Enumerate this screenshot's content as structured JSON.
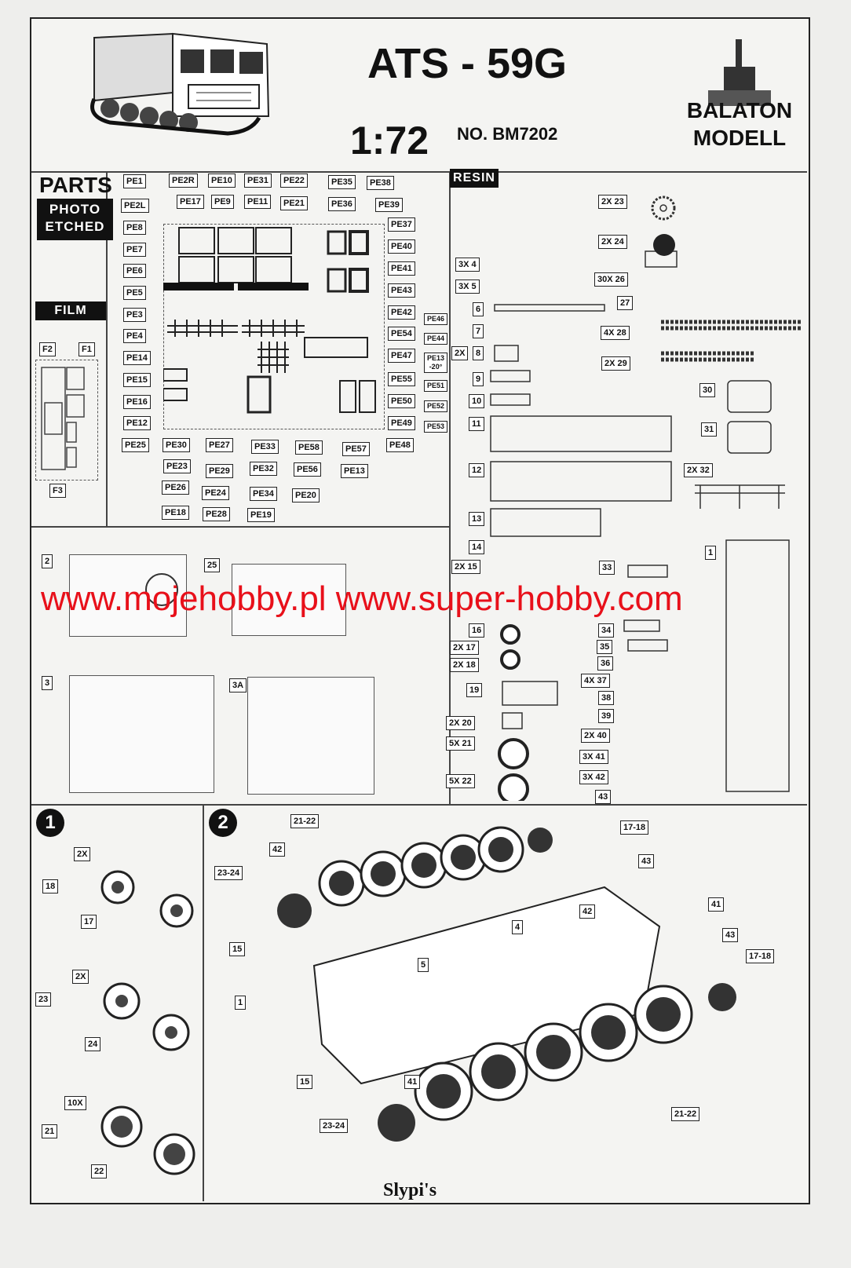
{
  "header": {
    "title": "ATS - 59G",
    "scale": "1:72",
    "catalog_no": "NO. BM7202",
    "logo_text": "BALATON MODELL"
  },
  "sections": {
    "parts": "PARTS",
    "photo_etched_1": "PHOTO",
    "photo_etched_2": "ETCHED",
    "film": "FILM",
    "resin": "RESIN"
  },
  "pe_labels": [
    "PE1",
    "PE2L",
    "PE8",
    "PE7",
    "PE6",
    "PE5",
    "PE3",
    "PE4",
    "PE14",
    "PE15",
    "PE16",
    "PE12",
    "PE25",
    "PE2R",
    "PE10",
    "PE31",
    "PE22",
    "PE35",
    "PE38",
    "PE17",
    "PE9",
    "PE11",
    "PE21",
    "PE36",
    "PE39",
    "PE37",
    "PE40",
    "PE41",
    "PE43",
    "PE42",
    "PE54",
    "PE47",
    "PE55",
    "PE50",
    "PE49",
    "PE48",
    "PE46",
    "PE44",
    "PE13 -20°",
    "PE51",
    "PE52",
    "PE53",
    "PE30",
    "PE27",
    "PE33",
    "PE58",
    "PE57",
    "PE23",
    "PE29",
    "PE32",
    "PE56",
    "PE13",
    "PE26",
    "PE24",
    "PE34",
    "PE20",
    "PE18",
    "PE28",
    "PE19"
  ],
  "film_labels": [
    "F2",
    "F1",
    "F3"
  ],
  "resin_labels": [
    "2X 23",
    "2X 24",
    "3X 4",
    "3X 5",
    "30X 26",
    "6",
    "27",
    "7",
    "4X 28",
    "2X",
    "8",
    "2X 29",
    "9",
    "10",
    "30",
    "11",
    "31",
    "2X 32",
    "12",
    "13",
    "1",
    "14",
    "33",
    "2X 15",
    "16",
    "34",
    "35",
    "2X 17",
    "36",
    "2X 18",
    "4X 37",
    "19",
    "38",
    "39",
    "2X 20",
    "2X 40",
    "5X 21",
    "3X 41",
    "5X 22",
    "3X 42",
    "43"
  ],
  "plastic_labels": [
    "2",
    "25",
    "3",
    "3A"
  ],
  "step1": {
    "number": "1",
    "labels": [
      "2X",
      "18",
      "17",
      "2X",
      "23",
      "24",
      "10X",
      "21",
      "22"
    ]
  },
  "step2": {
    "number": "2",
    "labels": [
      "21-22",
      "42",
      "23-24",
      "15",
      "1",
      "17-18",
      "43",
      "42",
      "4",
      "41",
      "43",
      "17-18",
      "5",
      "15",
      "41",
      "23-24",
      "21-22"
    ]
  },
  "watermark": "www.mojehobby.pl www.super-hobby.com",
  "footer_logo": "Slypi's",
  "colors": {
    "watermark": "#e8101a",
    "ink": "#111111",
    "paper": "#f4f4f2"
  }
}
